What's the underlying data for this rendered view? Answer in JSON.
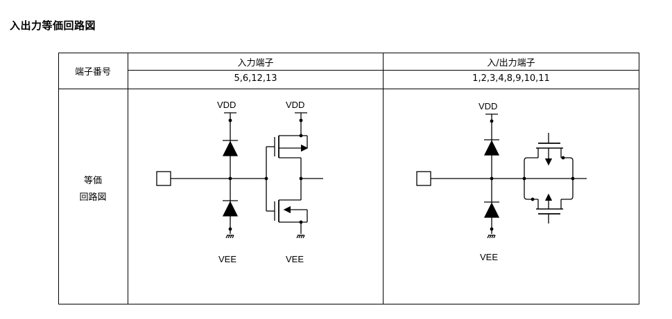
{
  "title": "入出力等価回路図",
  "table": {
    "row_header_terminal": "端子番号",
    "row_header_circuit_line1": "等価",
    "row_header_circuit_line2": "回路図",
    "col_input": {
      "header": "入力端子",
      "terminals": "5,6,12,13"
    },
    "col_io": {
      "header": "入/出力端子",
      "terminals": "1,2,3,4,8,9,10,11"
    }
  },
  "input_circuit": {
    "vdd_left": "VDD",
    "vdd_right": "VDD",
    "vee_left": "VEE",
    "vee_right": "VEE"
  },
  "io_circuit": {
    "vdd": "VDD",
    "vee": "VEE"
  }
}
